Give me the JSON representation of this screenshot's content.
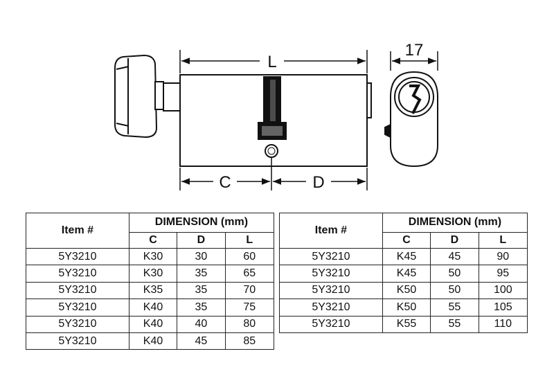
{
  "diagram": {
    "label_length": "L",
    "label_c": "C",
    "label_d": "D",
    "label_width": "17"
  },
  "tables": [
    {
      "item_header": "Item #",
      "dimension_header": "DIMENSION (mm)",
      "columns": [
        "C",
        "D",
        "L"
      ],
      "rows": [
        {
          "item": "5Y3210",
          "c": "K30",
          "d": "30",
          "l": "60"
        },
        {
          "item": "5Y3210",
          "c": "K30",
          "d": "35",
          "l": "65"
        },
        {
          "item": "5Y3210",
          "c": "K35",
          "d": "35",
          "l": "70"
        },
        {
          "item": "5Y3210",
          "c": "K40",
          "d": "35",
          "l": "75"
        },
        {
          "item": "5Y3210",
          "c": "K40",
          "d": "40",
          "l": "80"
        },
        {
          "item": "5Y3210",
          "c": "K40",
          "d": "45",
          "l": "85"
        }
      ]
    },
    {
      "item_header": "Item #",
      "dimension_header": "DIMENSION (mm)",
      "columns": [
        "C",
        "D",
        "L"
      ],
      "rows": [
        {
          "item": "5Y3210",
          "c": "K45",
          "d": "45",
          "l": "90"
        },
        {
          "item": "5Y3210",
          "c": "K45",
          "d": "50",
          "l": "95"
        },
        {
          "item": "5Y3210",
          "c": "K50",
          "d": "50",
          "l": "100"
        },
        {
          "item": "5Y3210",
          "c": "K50",
          "d": "55",
          "l": "105"
        },
        {
          "item": "5Y3210",
          "c": "K55",
          "d": "55",
          "l": "110"
        }
      ]
    }
  ]
}
